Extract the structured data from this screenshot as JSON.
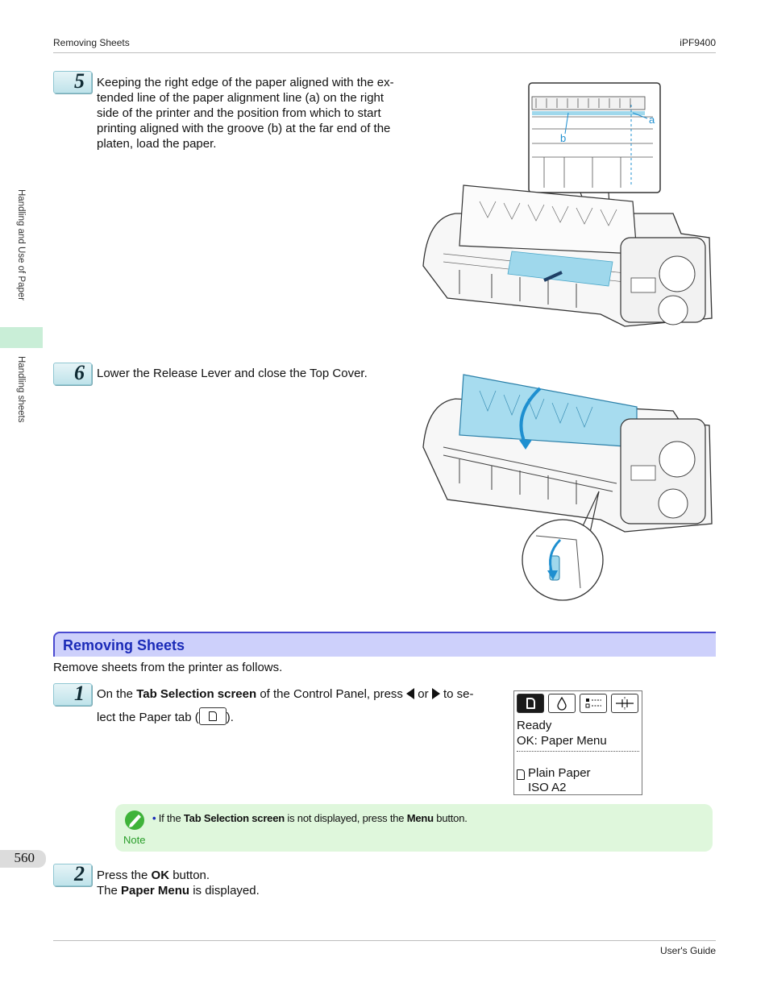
{
  "header": {
    "left": "Removing Sheets",
    "right": "iPF9400"
  },
  "footer": {
    "right": "User's Guide"
  },
  "side": {
    "chapter": "Handling and Use of Paper",
    "section": "Handling sheets"
  },
  "page_number": "560",
  "steps": [
    {
      "number": "5",
      "lines": [
        "Keeping the right edge of the paper aligned with the ex-",
        "tended line of the paper alignment line (a) on the right",
        "side of the printer and the position from which to start",
        "printing aligned with the groove (b) at the far end of the",
        "platen, load the paper."
      ],
      "callouts": {
        "a": "a",
        "b": "b"
      }
    },
    {
      "number": "6",
      "text": "Lower the Release Lever and close the Top Cover."
    }
  ],
  "section": {
    "title": "Removing Sheets",
    "intro": "Remove sheets from the printer as follows."
  },
  "step1": {
    "number": "1",
    "on_the": "On the ",
    "tab_selection": "Tab Selection screen",
    "mid": " of the Control Panel, press ",
    "or": " or ",
    "to_se": " to se-",
    "line2_pre": "lect the Paper tab (",
    "line2_post": ")."
  },
  "panel": {
    "line1": "Ready",
    "line2": "OK: Paper Menu",
    "line3": "Plain Paper",
    "line4": "ISO A2"
  },
  "note": {
    "label": "Note",
    "if_the": "If the ",
    "tab_selection": "Tab Selection screen",
    "mid": " is not displayed, press the ",
    "menu": "Menu",
    "end": " button."
  },
  "step2": {
    "number": "2",
    "press_the": "Press the ",
    "ok": "OK",
    "button": " button.",
    "the": "The ",
    "paper_menu": "Paper Menu",
    "displayed": " is displayed."
  },
  "colors": {
    "accent_blue": "#1b2bb8",
    "highlight_cyan": "#9fd8ec",
    "arrow_blue": "#1e8fd0",
    "note_green": "#dff7dc"
  }
}
